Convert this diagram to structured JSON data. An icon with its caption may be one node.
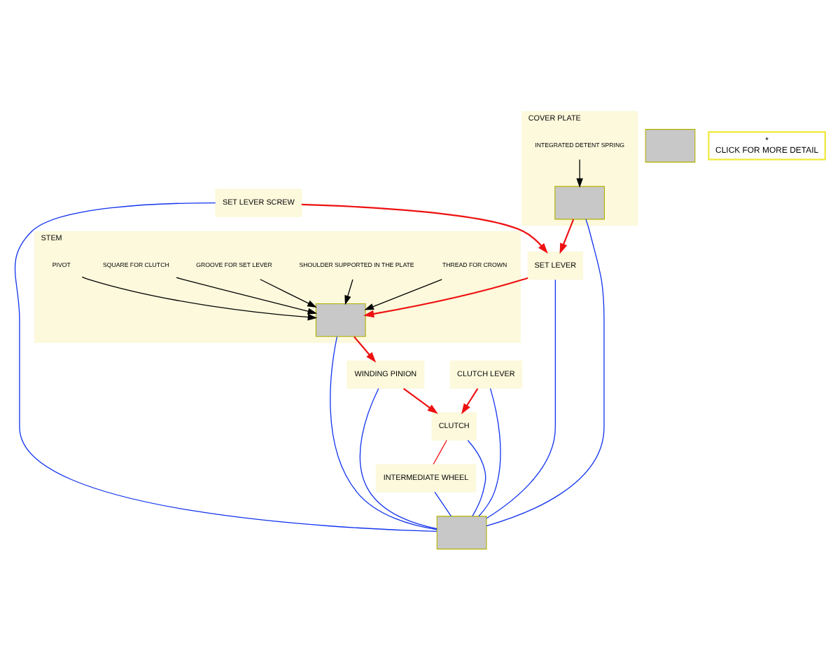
{
  "diagram": {
    "nodes": [
      {
        "text": [
          "WINDING PINION"
        ]
      },
      {
        "text": [
          "STEM"
        ]
      },
      {
        "text": [],
        "shape": "box",
        "in": 1
      },
      {
        "text": [
          "THREAD FOR CROWN"
        ],
        "in": 1
      },
      {
        "text": [
          "SHOULDER SUPPORTED IN THE PLATE"
        ],
        "in": 1
      },
      {
        "text": [
          "GROOVE FOR SET LEVER"
        ],
        "in": 1
      },
      {
        "text": [
          "SQUARE FOR CLUTCH"
        ],
        "in": 1
      },
      {
        "text": [
          "PIVOT"
        ],
        "in": 1
      },
      {
        "text": [
          "SET LEVER SCREW"
        ]
      },
      {
        "text": [],
        "shape": "box"
      },
      {
        "text": [
          "SET LEVER"
        ]
      },
      {
        "text": [
          "CLUTCH"
        ]
      },
      {
        "text": [
          "CLUTCH LEVER"
        ]
      },
      {
        "text": [],
        "shape": "box"
      },
      {
        "text": [
          "COVER PLATE"
        ]
      },
      {
        "text": [
          "INTEGRATED DETENT SPRING"
        ],
        "in": 14
      },
      {
        "text": [],
        "shape": "box",
        "in": 14
      },
      {
        "text": [
          "INTERMEDIATE WHEEL"
        ]
      },
      {
        "text": [
          "*",
          "CLICK FOR MORE DETAIL"
        ]
      }
    ],
    "edges": [
      {
        "from": 2,
        "to": 0,
        "arrow": "to",
        "color": "#ee1111"
      },
      {
        "from": 0,
        "to": 11,
        "arrow": "to",
        "color": "#ee1111"
      },
      {
        "from": 10,
        "to": 2,
        "arrow": "to",
        "color": "#ee1111"
      },
      {
        "from": 8,
        "to": 10,
        "arrow": "to",
        "color": "#ee1111"
      },
      {
        "from": 16,
        "to": 10,
        "arrow": "to",
        "color": "#ee1111"
      },
      {
        "from": 12,
        "to": 11,
        "arrow": "to",
        "color": "#ee1111"
      },
      {
        "from": 11,
        "to": 17,
        "arrow": "none",
        "color": "#ee1111"
      },
      {
        "from": 3,
        "to": 2,
        "arrow": "to",
        "color": "#000000"
      },
      {
        "from": 4,
        "to": 2,
        "arrow": "to",
        "color": "#000000"
      },
      {
        "from": 5,
        "to": 2,
        "arrow": "to",
        "color": "#000000"
      },
      {
        "from": 6,
        "to": 2,
        "arrow": "to",
        "color": "#000000"
      },
      {
        "from": 7,
        "to": 2,
        "arrow": "to",
        "color": "#000000"
      },
      {
        "from": 15,
        "to": 16,
        "arrow": "to",
        "color": "#000000"
      },
      {
        "from": 0,
        "to": 13,
        "arrow": "none",
        "color": "#1133ee"
      },
      {
        "from": 11,
        "to": 13,
        "arrow": "none",
        "color": "#1133ee"
      },
      {
        "from": 17,
        "to": 13,
        "arrow": "none",
        "color": "#1133ee"
      },
      {
        "from": 2,
        "to": 13,
        "arrow": "none",
        "color": "#1133ee"
      },
      {
        "from": 8,
        "to": 13,
        "arrow": "none",
        "color": "#1133ee"
      },
      {
        "from": 10,
        "to": 13,
        "arrow": "none",
        "color": "#1133ee"
      },
      {
        "from": 12,
        "to": 13,
        "arrow": "none",
        "color": "#1133ee"
      },
      {
        "from": 16,
        "to": 13,
        "arrow": "none",
        "color": "#1133ee"
      }
    ]
  }
}
